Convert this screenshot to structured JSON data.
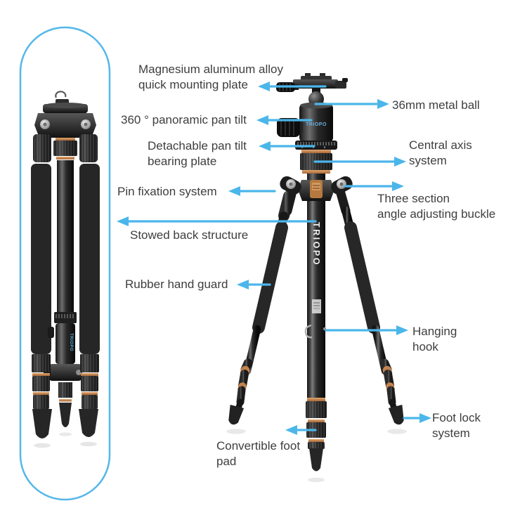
{
  "page": {
    "background": "#ffffff",
    "description_type": "tripod-feature-callout-diagram"
  },
  "colors": {
    "arrow": "#4bb6ea",
    "panel_border": "#55b8e8",
    "label_text": "#3e3e3e",
    "accent_copper": "#c3834e"
  },
  "brand": {
    "head_logo": "TRIOPO",
    "column_logo": "TRIOPO",
    "folded_logo": "TRIOPO"
  },
  "callouts": [
    {
      "id": "quick-mounting-plate",
      "side": "left",
      "lines": [
        "Magnesium aluminum alloy",
        "quick mounting plate"
      ]
    },
    {
      "id": "metal-ball",
      "side": "right",
      "lines": [
        "36mm metal ball"
      ]
    },
    {
      "id": "panoramic-pan-tilt",
      "side": "left",
      "lines": [
        "360 ° panoramic pan tilt"
      ]
    },
    {
      "id": "bearing-plate",
      "side": "left",
      "lines": [
        "Detachable pan tilt",
        "bearing plate"
      ]
    },
    {
      "id": "central-axis",
      "side": "right",
      "lines": [
        "Central axis",
        "system"
      ]
    },
    {
      "id": "pin-fixation",
      "side": "left",
      "lines": [
        "Pin fixation system"
      ]
    },
    {
      "id": "three-section-buckle",
      "side": "right",
      "lines": [
        "Three section",
        "angle adjusting buckle"
      ]
    },
    {
      "id": "stowed-back",
      "side": "left",
      "lines": [
        "Stowed back structure"
      ]
    },
    {
      "id": "rubber-hand-guard",
      "side": "left",
      "lines": [
        "Rubber hand guard"
      ]
    },
    {
      "id": "hanging-hook",
      "side": "right",
      "lines": [
        "Hanging",
        "hook"
      ]
    },
    {
      "id": "foot-lock",
      "side": "right",
      "lines": [
        "Foot lock",
        "system"
      ]
    },
    {
      "id": "convertible-foot-pad",
      "side": "left",
      "lines": [
        "Convertible foot",
        "pad"
      ]
    }
  ]
}
